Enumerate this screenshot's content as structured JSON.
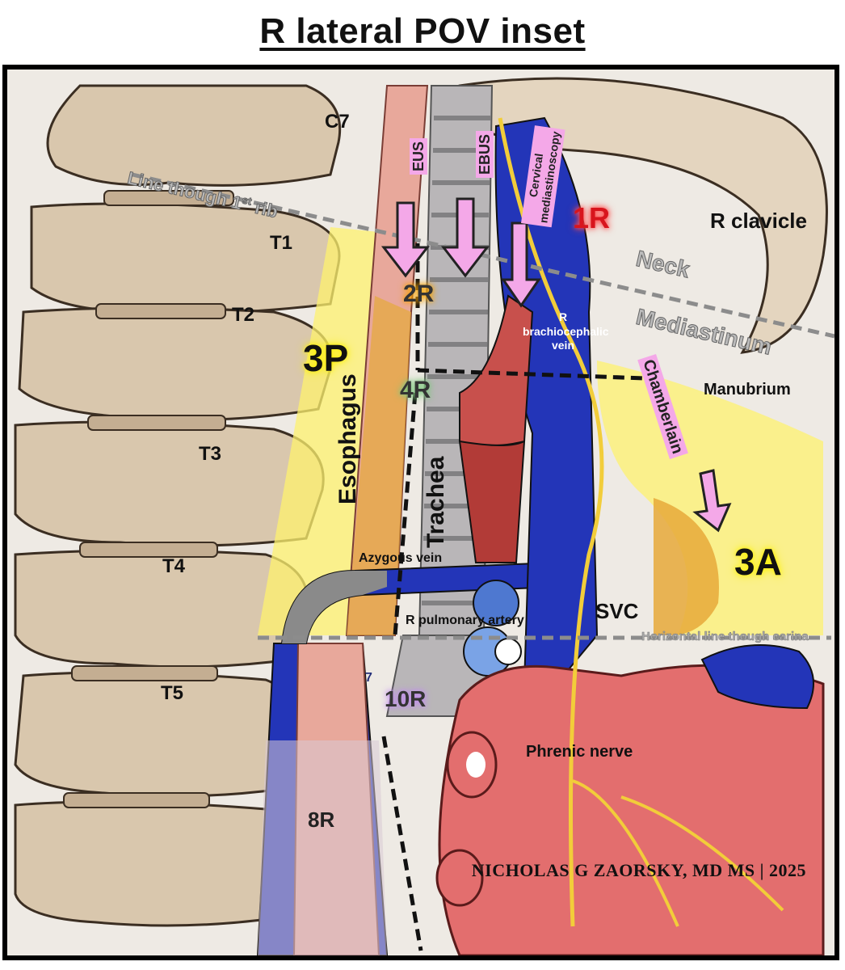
{
  "title": "R lateral POV inset",
  "credit": "NICHOLAS G ZAORSKY, MD MS | 2025",
  "colors": {
    "bone": "#d9c7ad",
    "esophagus": "#e8a89b",
    "vein_blue": "#2335b8",
    "artery_red": "#c8504c",
    "heart_pink": "#e36e6e",
    "nerve_yellow": "#f2cd3a",
    "zone_yellow": "#fdf26f",
    "zone_orange": "#e6a93a",
    "arrow_pink": "#f4a8e8"
  },
  "vertebrae": [
    "C7",
    "T1",
    "T2",
    "T3",
    "T4",
    "T5"
  ],
  "structures": {
    "r_clavicle": "R clavicle",
    "manubrium": "Manubrium",
    "esophagus": "Esophagus",
    "trachea": "Trachea",
    "azygous_vein": "Azygous vein",
    "r_pulmonary_artery": "R pulmonary artery",
    "svc": "SVC",
    "phrenic_nerve": "Phrenic nerve",
    "r_brachiocephalic_vein": [
      "R",
      "brachiocephalic",
      "vein"
    ]
  },
  "approaches": {
    "eus": "EUS",
    "ebus": "EBUS",
    "cervical_mediastinoscopy": [
      "Cervical",
      "mediastinoscopy"
    ],
    "chamberlain": "Chamberlain"
  },
  "stations": {
    "s1r": "1R",
    "s2r": "2R",
    "s4r": "4R",
    "s3p": "3P",
    "s3a": "3A",
    "s7": "7",
    "s10r": "10R",
    "s8r": "8R"
  },
  "lines": {
    "first_rib_prefix": "Line though 1",
    "first_rib_sup": "st",
    "first_rib_suffix": " rib",
    "carina": "Horizontal line though carina"
  },
  "regions": {
    "neck": "Neck",
    "mediastinum": "Mediastinum"
  }
}
